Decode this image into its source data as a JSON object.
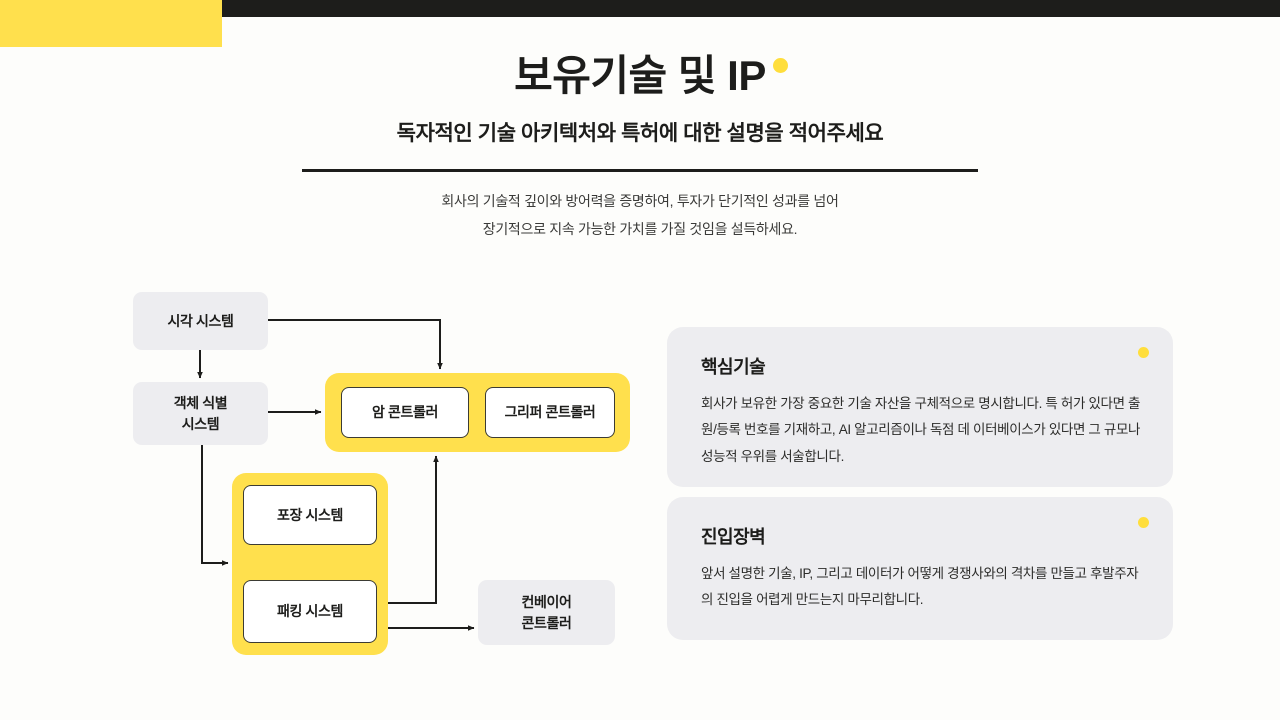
{
  "decor": {
    "top_bar_color": "#1D1D1B",
    "accent_color": "#FFE04D",
    "dot_color": "#FFDE3C",
    "card_bg_color": "#EDEDF0"
  },
  "header": {
    "title": "보유기술 및 IP",
    "subtitle": "독자적인 기술 아키텍처와 특허에 대한 설명을 적어주세요",
    "description_line_1": "회사의 기술적 깊이와 방어력을 증명하여, 투자가 단기적인 성과를 넘어",
    "description_line_2": "장기적으로 지속 가능한 가치를 가질 것임을 설득하세요."
  },
  "diagram": {
    "nodes": [
      {
        "id": "vision",
        "label": "시각 시스템",
        "style": "gray"
      },
      {
        "id": "detection",
        "label": "객체 식별\n시스템",
        "label_line_1": "객체 식별",
        "label_line_2": "시스템",
        "style": "gray"
      },
      {
        "id": "arm_controller",
        "label": "암 콘트롤러",
        "style": "white"
      },
      {
        "id": "gripper_controller",
        "label": "그리퍼 콘트롤러",
        "style": "white"
      },
      {
        "id": "packaging",
        "label": "포장 시스템",
        "style": "white"
      },
      {
        "id": "packing",
        "label": "패킹 시스템",
        "style": "white"
      },
      {
        "id": "conveyor",
        "label_line_1": "컨베이어",
        "label_line_2": "콘트롤러",
        "style": "gray"
      }
    ],
    "groups": [
      {
        "id": "controllers",
        "members": [
          "arm_controller",
          "gripper_controller"
        ]
      },
      {
        "id": "packing_group",
        "members": [
          "packaging",
          "packing"
        ]
      }
    ],
    "edges": [
      {
        "from": "vision",
        "to": "arm_controller",
        "type": "arrow"
      },
      {
        "from": "vision",
        "to": "detection",
        "type": "arrow"
      },
      {
        "from": "detection",
        "to": "arm_controller",
        "type": "arrow"
      },
      {
        "from": "detection",
        "to": "packing_group",
        "type": "arrow"
      },
      {
        "from": "packaging",
        "to": "packing",
        "type": "bidirectional"
      },
      {
        "from": "packing",
        "to": "controllers",
        "type": "arrow"
      },
      {
        "from": "packing",
        "to": "conveyor",
        "type": "arrow"
      }
    ]
  },
  "cards": [
    {
      "id": "core-tech",
      "title": "핵심기술",
      "body_line_1": "회사가 보유한 가장 중요한 기술 자산을 구체적으로 명시합니다. 특",
      "body_line_2": "허가 있다면 출원/등록 번호를 기재하고, AI 알고리즘이나 독점 데",
      "body_line_3": "이터베이스가 있다면 그 규모나 성능적 우위를 서술합니다."
    },
    {
      "id": "entry-barrier",
      "title": "진입장벽",
      "body_line_1": "앞서 설명한 기술, IP, 그리고 데이터가 어떻게 경쟁사와의 격차를",
      "body_line_2": "만들고 후발주자의 진입을 어렵게 만드는지 마무리합니다."
    }
  ]
}
